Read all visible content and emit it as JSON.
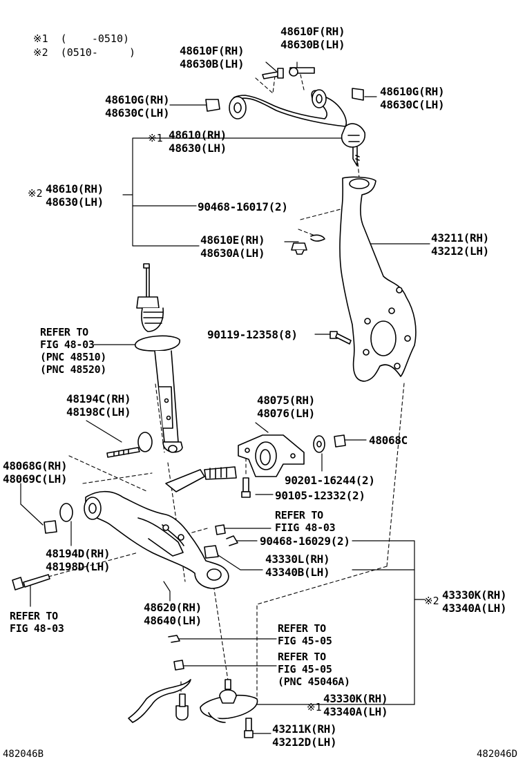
{
  "notes": {
    "n1": "※1  (    -0510)",
    "n2": "※2  (0510-     )"
  },
  "labels": {
    "ucaBallL1": "48610F(RH)",
    "ucaBallL2": "48630B(LH)",
    "ucaBallR1": "48610F(RH)",
    "ucaBallR2": "48630B(LH)",
    "bushLeft1": "48610G(RH)",
    "bushLeft2": "48630C(LH)",
    "bushRight1": "48610G(RH)",
    "bushRight2": "48630C(LH)",
    "uca1Mark": "※1",
    "uca1a": "48610(RH)",
    "uca1b": "48630(LH)",
    "uca2Mark": "※2",
    "uca2a": "48610(RH)",
    "uca2b": "48630(LH)",
    "pin1": "90468-16017(2)",
    "nutE1": "48610E(RH)",
    "nutE2": "48630A(LH)",
    "knuckle1": "43211(RH)",
    "knuckle2": "43212(LH)",
    "bolt8": "90119-12358(8)",
    "refStrut1": "REFER TO",
    "refStrut2": "FIG 48-03",
    "refStrut3": "(PNC 48510)",
    "refStrut4": "(PNC 48520)",
    "cam1": "48194C(RH)",
    "cam2": "48198C(LH)",
    "bracket1": "48075(RH)",
    "bracket2": "48076(LH)",
    "nut68C": "48068C",
    "w68G1": "48068G(RH)",
    "w68G2": "48069C(LH)",
    "n90201": "90201-16244(2)",
    "b90105": "90105-12332(2)",
    "refIIG1": "REFER TO",
    "refIIG2": "FIIG 48-03",
    "pin2": "90468-16029(2)",
    "lb1": "43330L(RH)",
    "lb2": "43340B(LH)",
    "cam3": "48194D(RH)",
    "cam4": "48198D(LH)",
    "refBolt1": "REFER TO",
    "refBolt2": "FIG 48-03",
    "lca1": "48620(RH)",
    "lca2": "48640(LH)",
    "k2Mark": "※2",
    "k2a": "43330K(RH)",
    "k2b": "43340A(LH)",
    "ref4505a1": "REFER TO",
    "ref4505a2": "FIG 45-05",
    "ref4505b1": "REFER TO",
    "ref4505b2": "FIG 45-05",
    "ref4505b3": "(PNC 45046A)",
    "k1Mark": "※1",
    "k1a": "43330K(RH)",
    "k1b": "43340A(LH)",
    "b211K1": "43211K(RH)",
    "b211K2": "43212D(LH)"
  },
  "codes": {
    "left": "482046B",
    "right": "482046D"
  }
}
